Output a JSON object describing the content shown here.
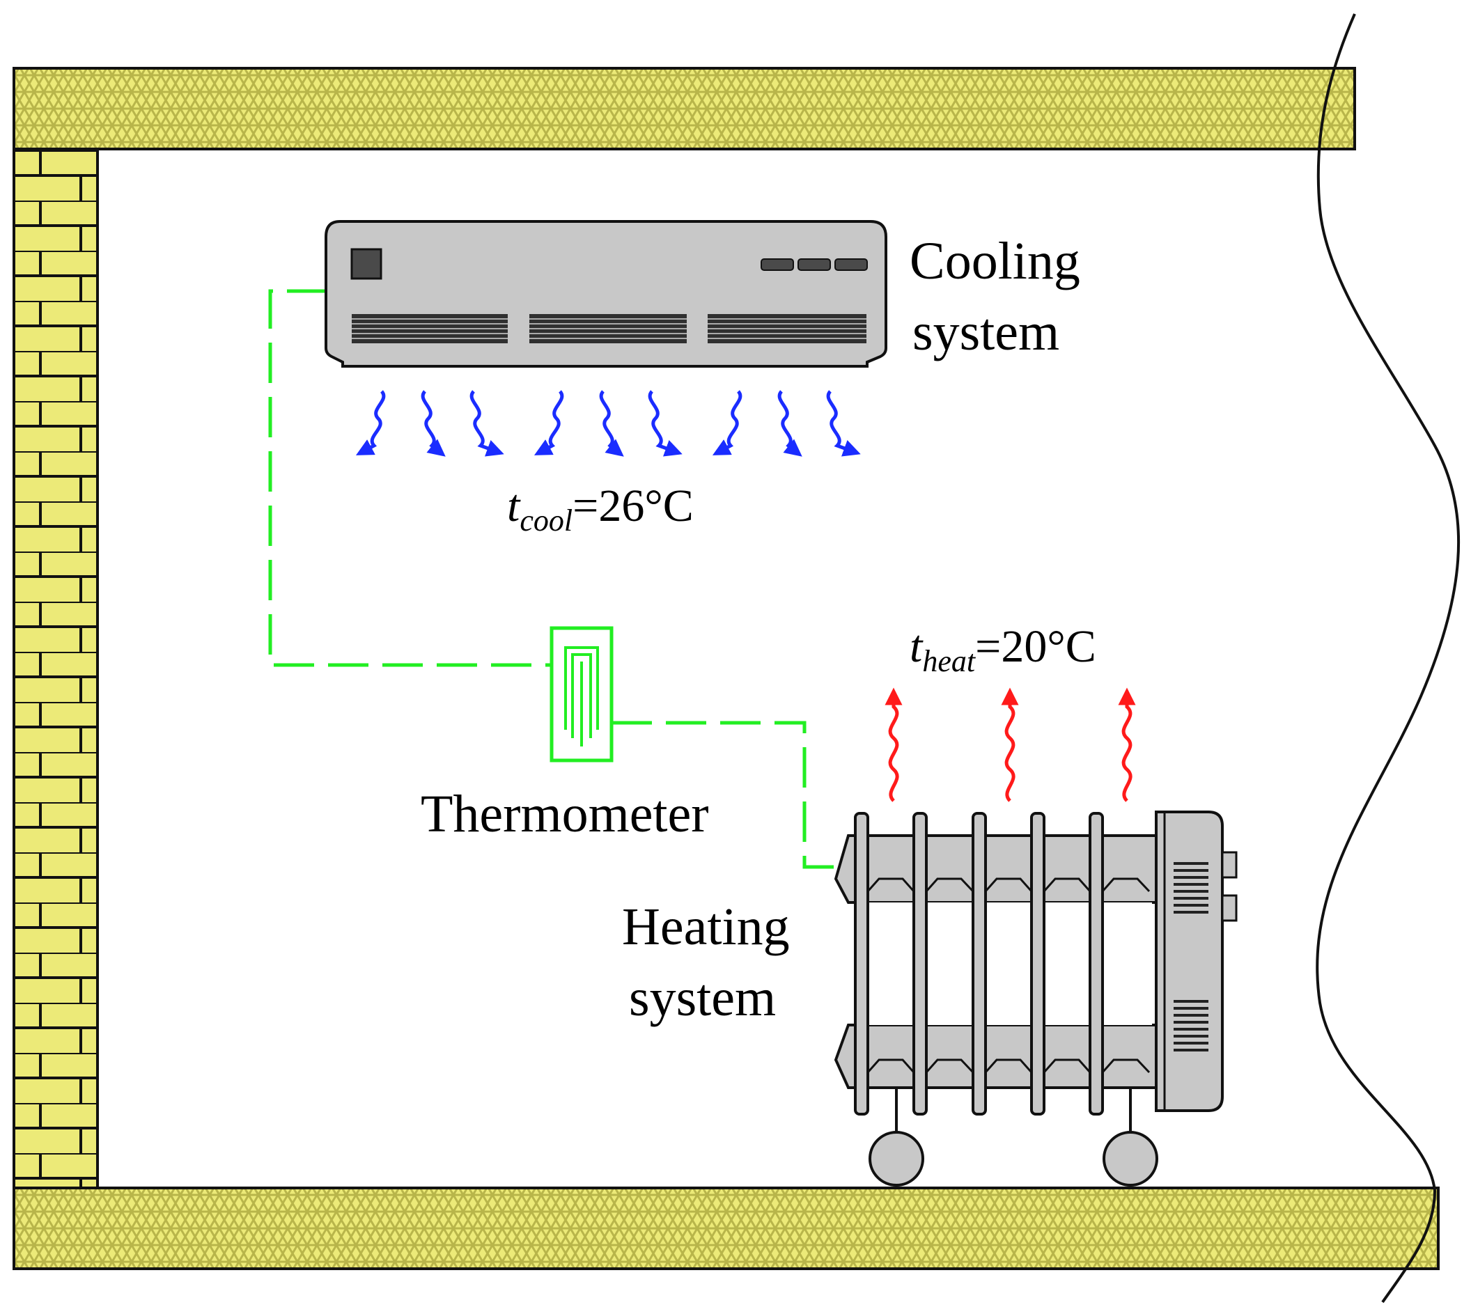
{
  "labels": {
    "cooling_line1": "Cooling",
    "cooling_line2": "system",
    "heating_line1": "Heating",
    "heating_line2": "system",
    "thermometer": "Thermometer"
  },
  "cooling_temp": {
    "symbol": "t",
    "subscript": "cool",
    "value": "=26°C"
  },
  "heating_temp": {
    "symbol": "t",
    "subscript": "heat",
    "value": "=20°C"
  },
  "colors": {
    "wall_fill": "#ecea78",
    "wall_pattern": "#c9c65a",
    "appliance_fill": "#c8c8c8",
    "appliance_dark": "#4a4a4a",
    "sensor_line": "#22ee22",
    "cold_air": "#1a2cff",
    "warm_air": "#ff1a1a"
  },
  "icons": {
    "cooler": "air-conditioner-icon",
    "heater": "oil-radiator-heater-icon",
    "thermometer": "thermometer-icon",
    "cold_wave": "cold-air-wave-icon",
    "warm_wave": "warm-air-arrow-icon"
  }
}
